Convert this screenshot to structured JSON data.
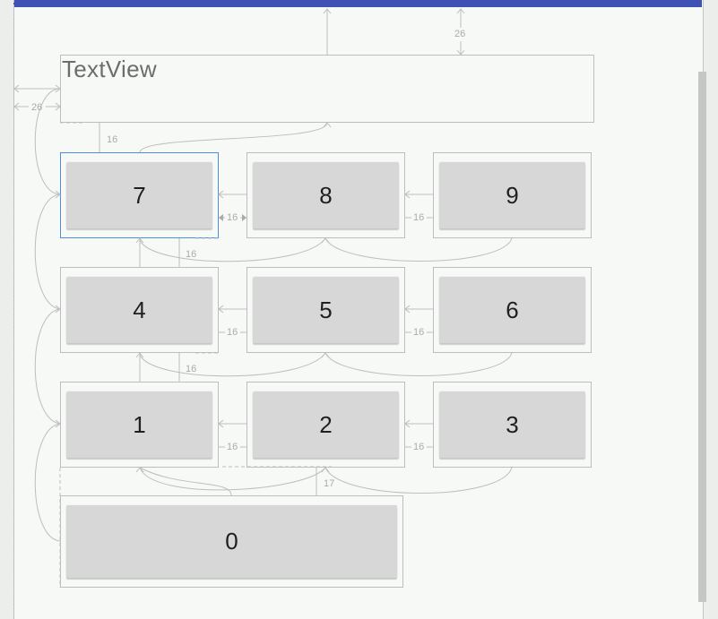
{
  "textview": {
    "label": "TextView"
  },
  "buttons": {
    "b7": "7",
    "b8": "8",
    "b9": "9",
    "b4": "4",
    "b5": "5",
    "b6": "6",
    "b1": "1",
    "b2": "2",
    "b3": "3",
    "b0": "0"
  },
  "dimensions": {
    "top_margin": "26",
    "left_margin": "26",
    "tv_gap": "16",
    "h_gap_7_8": "16",
    "h_gap_8_9": "16",
    "row1_gap": "16",
    "h_gap_4_5": "16",
    "h_gap_5_6": "16",
    "row2_gap": "16",
    "h_gap_1_2": "16",
    "h_gap_2_3": "16",
    "bottom_gap": "17"
  },
  "colors": {
    "accent_bar": "#3f51b5",
    "selection": "#4a90e2",
    "button_fill": "#d6d7d6",
    "constraint": "#bdbdbd"
  }
}
